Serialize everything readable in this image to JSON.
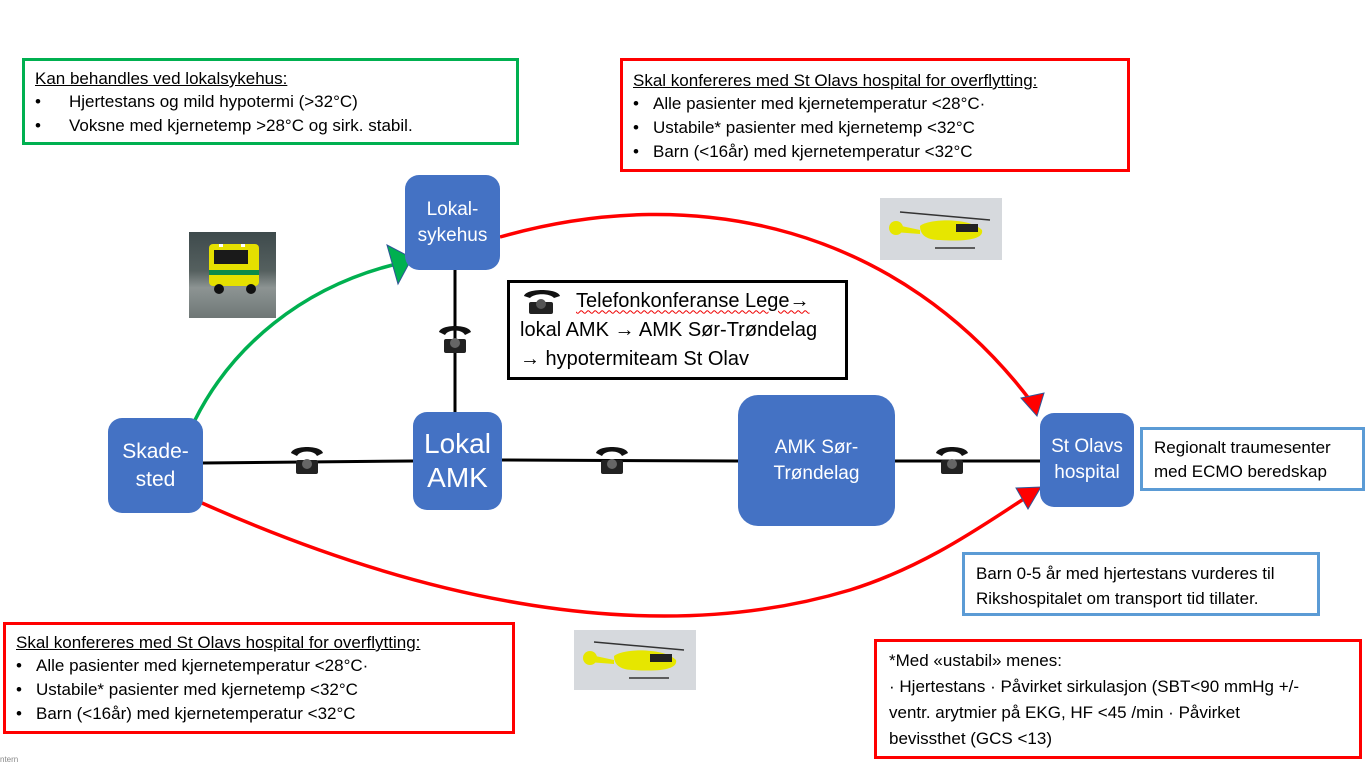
{
  "nodes": {
    "skadested": "Skade-\nsted",
    "lokalsykehus": "Lokal-\nsykehus",
    "lokal_amk": "Lokal\nAMK",
    "amk_sor_trondelag": "AMK Sør-\nTrøndelag",
    "st_olavs": "St Olavs\nhospital"
  },
  "green_box": {
    "title": "Kan behandles ved lokalsykehus:",
    "items": [
      "Hjertestans og mild hypotermi (>32°C)",
      "Voksne med kjernetemp >28°C og sirk. stabil."
    ]
  },
  "red_box_top": {
    "title": "Skal konfereres med St Olavs hospital for overflytting:",
    "items": [
      "Alle pasienter med kjernetemperatur <28°C·",
      "Ustabile* pasienter med kjernetemp <32°C",
      "Barn (<16år) med kjernetemperatur <32°C"
    ]
  },
  "red_box_bottom": {
    "title": "Skal konfereres med St Olavs hospital for overflytting:",
    "items": [
      "Alle pasienter med kjernetemperatur <28°C·",
      "Ustabile* pasienter med kjernetemp <32°C",
      "Barn (<16år) med kjernetemperatur <32°C"
    ]
  },
  "phone_conference": {
    "line1": "Telefonkonferanse Lege→",
    "line2": "lokal AMK → AMK Sør-Trøndelag",
    "line3": "→ hypotermiteam St Olav"
  },
  "trauma_center_box": {
    "line1": "Regionalt traumesenter",
    "line2": "med ECMO beredskap"
  },
  "children_box": {
    "line1": "Barn 0-5 år med hjertestans vurderes til",
    "line2": "Rikshospitalet om transport tid tillater."
  },
  "unstable_box": {
    "line1": "*Med «ustabil» menes:",
    "line2": "· Hjertestans · Påvirket sirkulasjon (SBT<90 mmHg +/-",
    "line3": "ventr. arytmier på EKG, HF <45 /min  · Påvirket",
    "line4": "bevissthet (GCS <13)"
  },
  "footer_fragment": "ntern",
  "colors": {
    "node_fill": "#4472c4",
    "green_route": "#00b050",
    "red_route": "#ff0000",
    "info_border": "#5b9bd5",
    "phone_line": "#000000"
  }
}
